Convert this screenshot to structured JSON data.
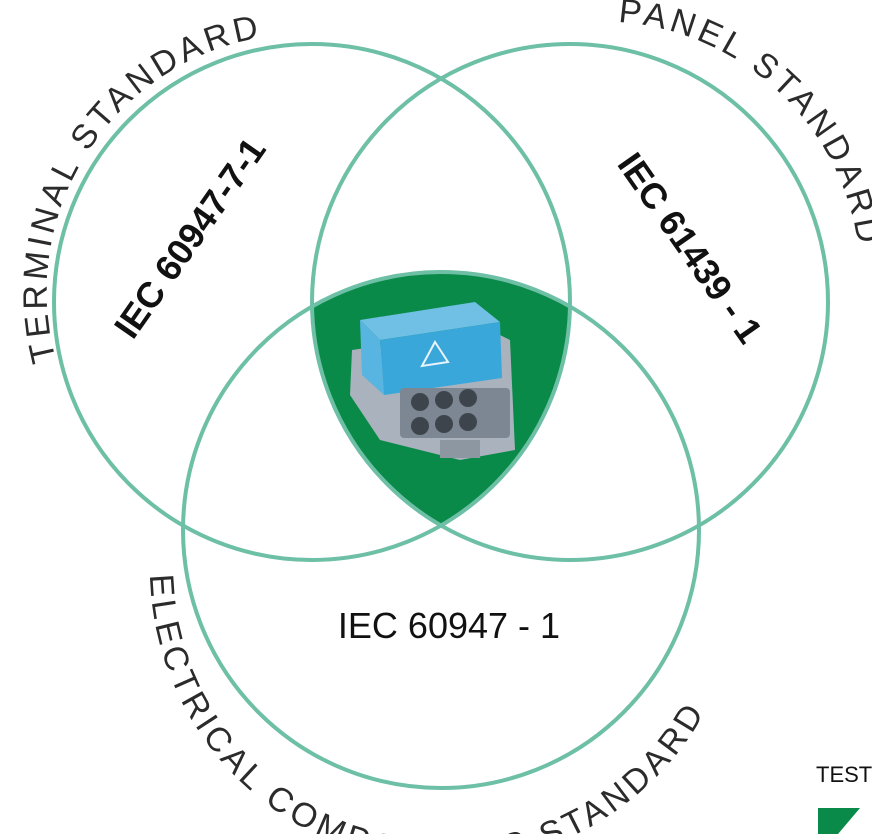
{
  "colors": {
    "circle_stroke": "#6dbfa5",
    "center_fill": "#0a8a48",
    "logo_green": "#0a8a48"
  },
  "circles": {
    "terminal": {
      "arc_label": "TERMINAL STANDARD",
      "standard": "IEC 60947-7-1"
    },
    "panel": {
      "arc_label": "PANEL STANDARD",
      "standard": "IEC 61439 - 1"
    },
    "electrical": {
      "arc_label": "ELECTRICAL COMPONENTS STANDARD",
      "standard": "IEC 60947 - 1"
    }
  },
  "center_image": {
    "icon": "distribution-block-image"
  },
  "side_fragment": {
    "text": "TEST",
    "icon": "logo-arrow-icon"
  }
}
